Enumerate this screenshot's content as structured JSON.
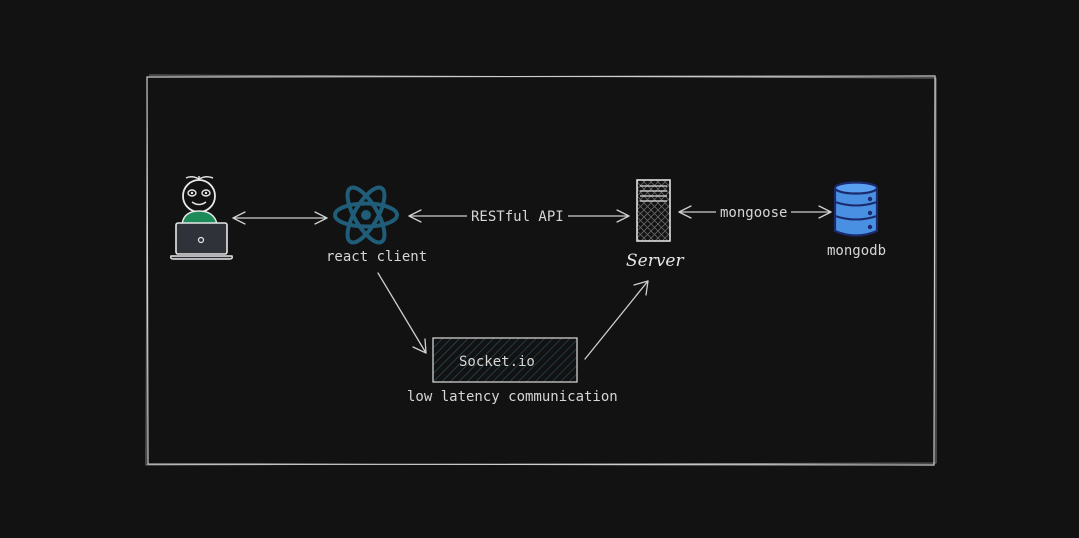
{
  "nodes": {
    "user": {
      "icon": "developer-laptop-icon"
    },
    "react": {
      "label": "react client",
      "icon": "react-atom-icon"
    },
    "server": {
      "label": "Server",
      "icon": "server-rack-icon"
    },
    "db": {
      "label": "mongodb",
      "icon": "database-cylinder-icon"
    },
    "socket": {
      "label": "Socket.io",
      "caption": "low latency communication"
    }
  },
  "edges": {
    "rest": {
      "label": "RESTful API"
    },
    "mongoose": {
      "label": "mongoose"
    }
  },
  "colors": {
    "background": "#121212",
    "stroke": "#d0d0d0",
    "react": "#1f5d78",
    "db_fill": "#4a90e2",
    "user_shirt": "#1d8a5a"
  }
}
